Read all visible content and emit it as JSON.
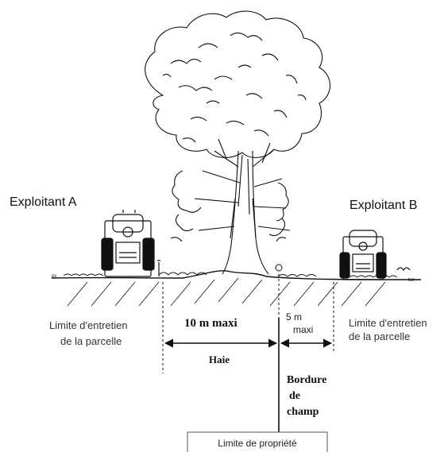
{
  "labels": {
    "farmer_a": "Exploitant A",
    "farmer_b": "Exploitant B",
    "maintenance_left_line1": "Limite d'entretien",
    "maintenance_left_line2": "de la parcelle",
    "maintenance_right_line1": "Limite d'entretien",
    "maintenance_right_line2": "de la parcelle",
    "hedge_width": "10 m maxi",
    "hedge": "Haie",
    "border_width_line1": "5 m",
    "border_width_line2": "maxi",
    "field_border_line1": "Bordure",
    "field_border_line2": "de",
    "field_border_line3": "champ",
    "property_limit": "Limite de propriété"
  },
  "colors": {
    "ink": "#111111",
    "text": "#222222",
    "box_border": "#555555"
  },
  "illustrations": [
    "tree-drawing",
    "tractor-left",
    "tractor-right",
    "ground-line"
  ]
}
